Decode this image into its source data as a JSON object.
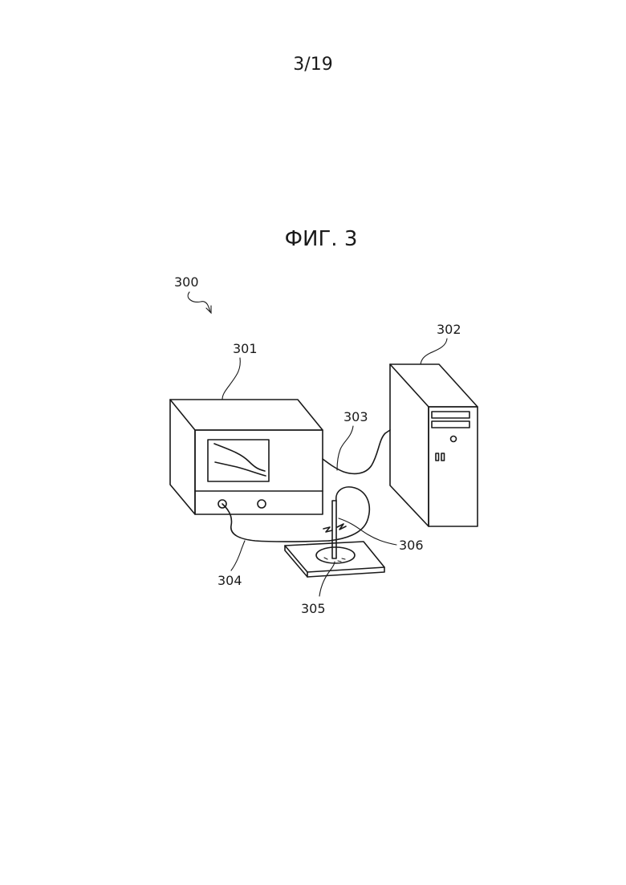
{
  "page_number": "3/19",
  "figure_title": "ФИГ. 3",
  "labels": {
    "system": "300",
    "analyzer": "301",
    "computer": "302",
    "data_cable": "303",
    "probe_cable": "304",
    "sample": "305",
    "probe": "306"
  }
}
